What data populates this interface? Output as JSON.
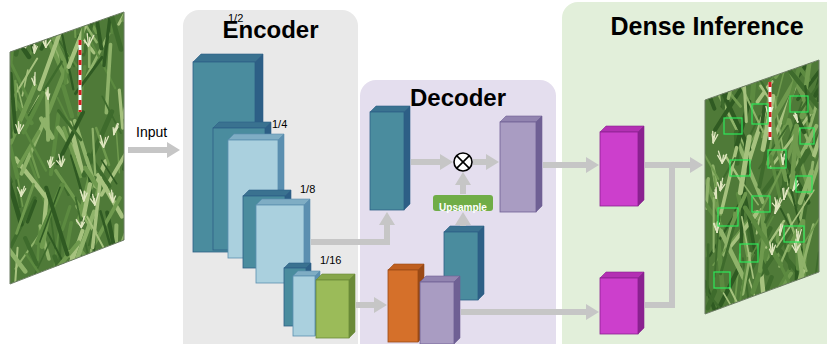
{
  "diagram": {
    "nodes": [
      {
        "text": [
          "Encoder"
        ]
      },
      {
        "text": [
          "Decoder"
        ]
      },
      {
        "text": [
          "Dense Inference"
        ]
      },
      {
        "text": [
          "Upsample"
        ],
        "in": 1
      }
    ],
    "labels": [
      "Input",
      "1/2",
      "1/4",
      "1/8",
      "1/16"
    ]
  }
}
